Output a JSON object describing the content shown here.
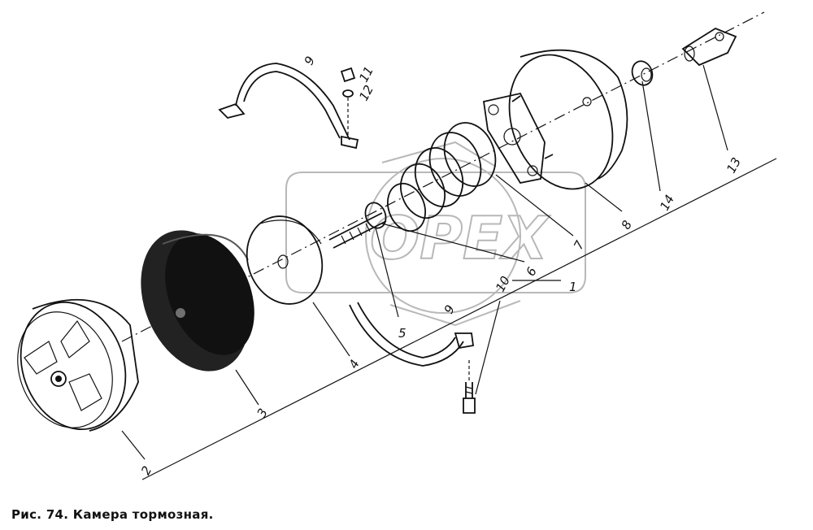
{
  "caption": "Рис. 74. Камера тормозная.",
  "watermark": "OPEX",
  "callouts": [
    "1",
    "2",
    "3",
    "4",
    "5",
    "6",
    "7",
    "8",
    "9",
    "9",
    "10",
    "11",
    "12",
    "13",
    "14"
  ],
  "colors": {
    "ink": "#111111",
    "watermark": "#b8b8b8",
    "background": "#ffffff"
  }
}
